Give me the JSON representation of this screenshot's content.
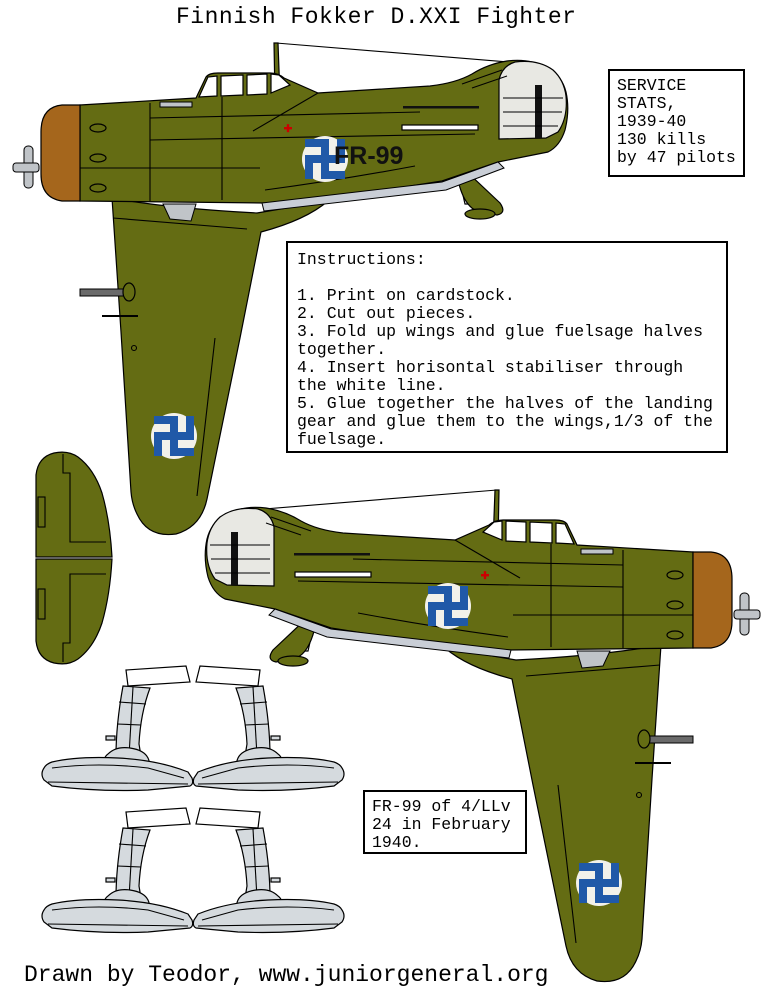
{
  "title": "Finnish Fokker D.XXI Fighter",
  "stats_box": {
    "text": "SERVICE\nSTATS,\n1939-40\n130 kills\nby 47 pilots"
  },
  "instructions_box": {
    "text": "Instructions:\n\n1. Print on cardstock.\n2. Cut out pieces.\n3. Fold up wings and glue fuelsage halves\ntogether.\n4. Insert horisontal stabiliser through\nthe white line.\n5. Glue together the halves of the landing\ngear and glue them to the wings,1/3 of the\nfuelsage."
  },
  "caption_box": {
    "text": "FR-99 of 4/LLv\n24 in February\n1940."
  },
  "credit": "Drawn by Teodor, www.juniorgeneral.org",
  "aircraft": {
    "code": "FR-99",
    "marking": "finnish-roundel-blue-swastika-on-white-disc",
    "pieces": [
      "left-side-fuselage-with-wing",
      "right-side-fuselage-with-wing",
      "horizontal-stabilizer-halves",
      "ski-landing-gear-pair-1",
      "ski-landing-gear-pair-2"
    ]
  },
  "colors": {
    "olive": "#646C13",
    "brown": "#A5661C",
    "roundel_blue": "#2059A8",
    "ski_gray": "#D5DADE",
    "tail_white": "#E8E8E3",
    "belly_gray": "#C9CED6",
    "metal_gray": "#C0C4C8",
    "cross_red": "#CC0000"
  }
}
